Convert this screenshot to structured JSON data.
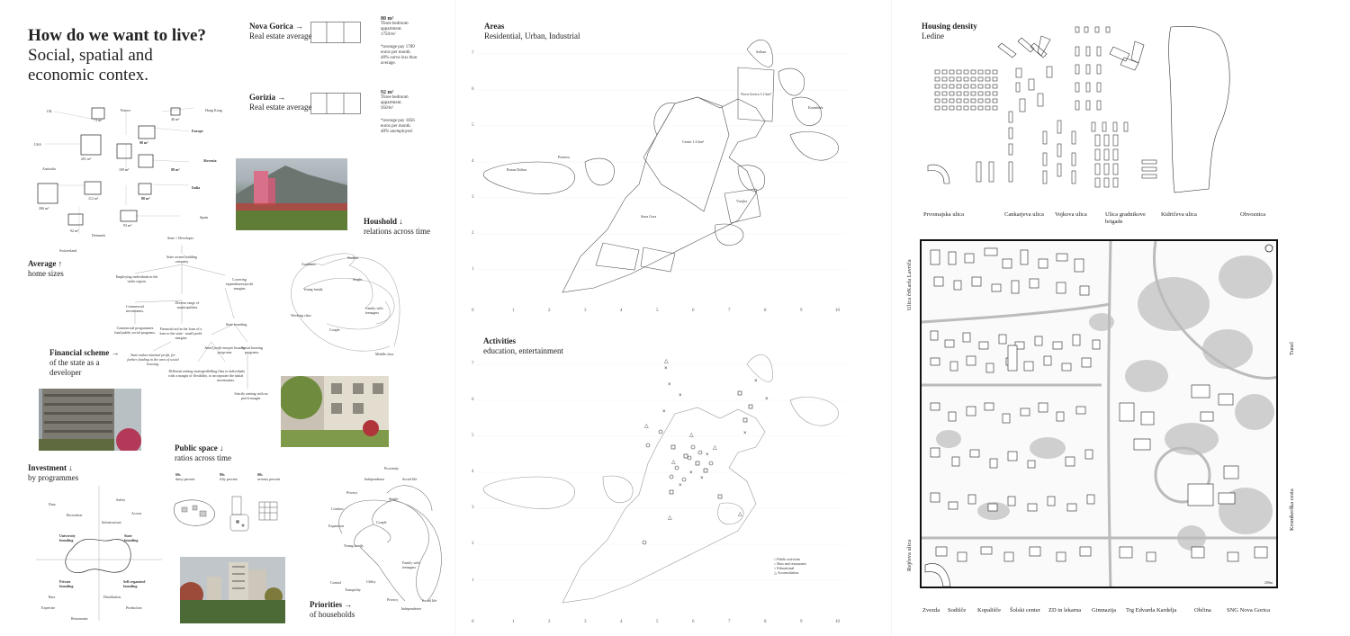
{
  "panel1": {
    "title_bold": "How do we want to live?",
    "title_rest_1": "Social, spatial and",
    "title_rest_2": "economic contex.",
    "nova_gorica": {
      "name": "Nova Gorica →",
      "sub": "Real estate average",
      "area": "80 m²",
      "desc_1": "Three bedroom",
      "desc_2": "appartment.",
      "desc_3": "1750/m²",
      "note_1": "*average pay 1789",
      "note_2": "euros per month.",
      "note_3": "40% earns less than",
      "note_4": "average."
    },
    "gorizia": {
      "name": "Gorizia →",
      "sub": "Real estate average",
      "area": "92 m²",
      "desc_1": "Three bedroom",
      "desc_2": "appartment.",
      "desc_3": "950/m²",
      "note_1": "*average pay 1856",
      "note_2": "euros per month.",
      "note_3": "40% unemployed."
    },
    "home_sizes": {
      "labels": [
        "UK",
        "France",
        "Hong Kong",
        "Europe",
        "USA",
        "Slovenia",
        "Australia",
        "Italia",
        "Spain",
        "Denmark",
        "Switzerland"
      ],
      "values": [
        "73 m²",
        "46 m²",
        "90 m²",
        "201 m²",
        "109 m²",
        "88 m²",
        "80 m²",
        "112 m²",
        "206 m²",
        "92 m²",
        "93 m²"
      ],
      "title": "Average ↑",
      "sub": "home sizes"
    },
    "financial": {
      "title": "Financial scheme →",
      "sub_1": "of the state as a",
      "sub_2": "developer",
      "nodes": [
        "State × Developer",
        "State owned building company",
        "Employing individuals in the wider region.",
        "Lowering expenditures/profit margins",
        "Diverse range of municipalities",
        "Commercial investments.",
        "Commercial programmes fund public social programs.",
        "Financial aid in the form of a loan to the state - small profit margins",
        "State founding.",
        "Small profit margin housing programs.",
        "Social housing programs.",
        "State makes minimal profit, for further funding in the area of social housing.",
        "Different renting strategies with a margin of flexibility.",
        "Selling flats to individuals to incorporate the initial investments.",
        "Strictly renting with no profit margin."
      ]
    },
    "household": {
      "title": "Houshold ↓",
      "sub": "relations across time",
      "nodes": [
        "Academic",
        "Student",
        "Young family",
        "Single",
        "Working class",
        "Family with teenagers",
        "Couple",
        "Middle class"
      ]
    },
    "investment": {
      "title": "Investment ↓",
      "sub": "by programmes",
      "nodes": [
        "Safety",
        "Data",
        "Recreation",
        "Access",
        "Infrastructure",
        "University founding",
        "State founding",
        "Private founding",
        "Self organized founding",
        "Distribution",
        "Bars",
        "Production",
        "Expertise",
        "Restaurants"
      ]
    },
    "public_space": {
      "title": "Public space ↓",
      "sub": "ratios across time",
      "cols": [
        {
          "year": "60s",
          "text": "thirty percent"
        },
        {
          "year": "80s",
          "text": "fifty percent"
        },
        {
          "year": "00s",
          "text": "seventy percent"
        }
      ]
    },
    "priorities": {
      "title": "Priorities →",
      "sub": "of households",
      "nodes": [
        "Proximity",
        "Independence",
        "Social life",
        "Privacy",
        "Single",
        "Comfort",
        "Couple",
        "Expansion",
        "Young family",
        "Family with teenagers",
        "Control",
        "Utility",
        "Tranquility",
        "Privacy",
        "Social life",
        "Independence"
      ]
    }
  },
  "panel2": {
    "areas": {
      "title": "Areas",
      "sub": "Residential, Urban, Industrial"
    },
    "activities": {
      "title": "Activities",
      "sub": "education, entertainment"
    },
    "y_ticks": [
      "7",
      "6",
      "5",
      "4",
      "3",
      "2",
      "1",
      "0"
    ],
    "x_ticks": [
      "1",
      "2",
      "3",
      "4",
      "5",
      "6",
      "7",
      "8",
      "9",
      "10"
    ],
    "zones": [
      "Nova Gorica 1.2 km²",
      "Center 1.6 km²",
      "Solkan",
      "Kromberk",
      "Rozna Dolina",
      "Pristava",
      "Stara Gora",
      "Vrtojba"
    ],
    "legend": [
      "Public activities",
      "Bars and restaurants",
      "Educational",
      "Accomodation"
    ]
  },
  "panel3": {
    "title": "Housing density",
    "sub": "Ledine",
    "top_streets": [
      "Prvomajska ulica",
      "Cankarjeva ulica",
      "Vojkova ulica",
      "Ulica gradnikove brigade",
      "Kidričeva ulica",
      "Obvoznica"
    ],
    "bottom_streets": [
      "Zvezda",
      "Sodišče",
      "Kopališče",
      "Šolski center",
      "ZD in lekarna",
      "Gimnazija",
      "Trg Edvarda Kardelja",
      "Občina",
      "SNG Nova Gorica"
    ],
    "left_streets": [
      "Ulica črKarla Lavriča",
      "Rejčeva ulica"
    ],
    "right_streets": [
      "Tunel",
      "Kromberška cesta"
    ],
    "scale": "200m"
  }
}
